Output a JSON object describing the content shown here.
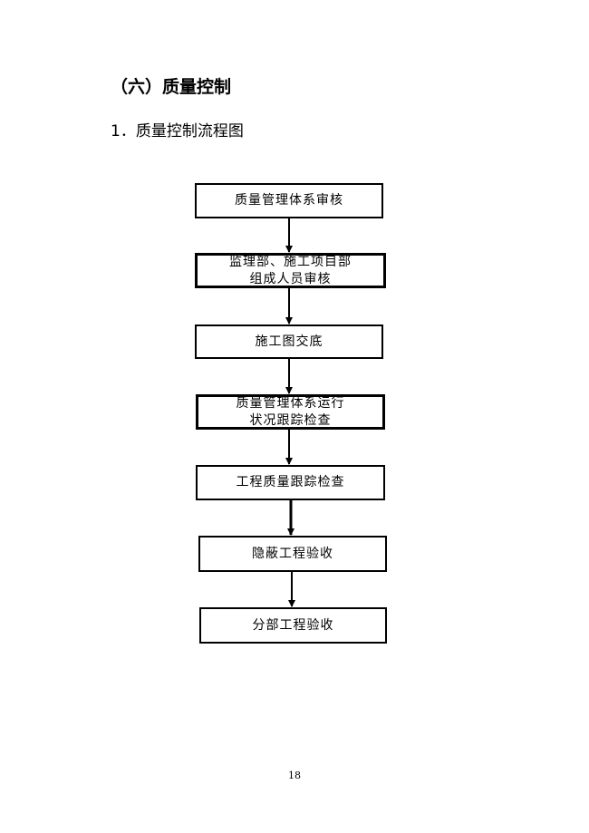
{
  "section_title": "（六）质量控制",
  "subsection_title": "1．质量控制流程图",
  "flowchart": {
    "steps": [
      {
        "label": "质量管理体系审核"
      },
      {
        "label": "监理部、施工项目部\n组成人员审核"
      },
      {
        "label": "施工图交底"
      },
      {
        "label": "质量管理体系运行\n状况跟踪检查"
      },
      {
        "label": "工程质量跟踪检查"
      },
      {
        "label": "隐蔽工程验收"
      },
      {
        "label": "分部工程验收"
      }
    ]
  },
  "page_number": "18"
}
